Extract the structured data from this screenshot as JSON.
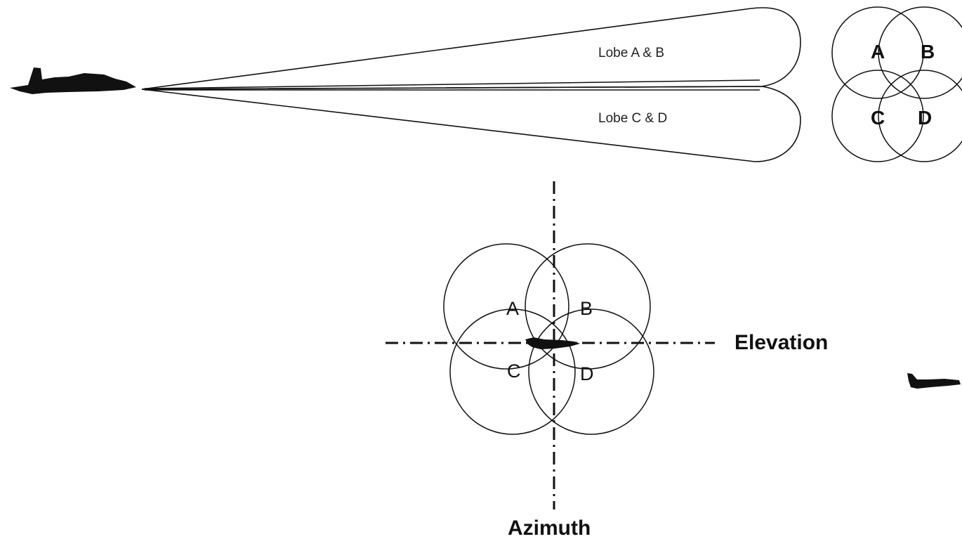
{
  "labels": {
    "lobe_ab": "Lobe A & B",
    "lobe_cd": "Lobe C & D",
    "elevation": "Elevation",
    "azimuth": "Azimuth"
  },
  "top_quadrants": {
    "a": "A",
    "b": "B",
    "c": "C",
    "d": "D"
  },
  "center_quadrants": {
    "a": "A",
    "b": "B",
    "c": "C",
    "d": "D"
  },
  "colors": {
    "line": "#111111",
    "background": "#ffffff"
  }
}
